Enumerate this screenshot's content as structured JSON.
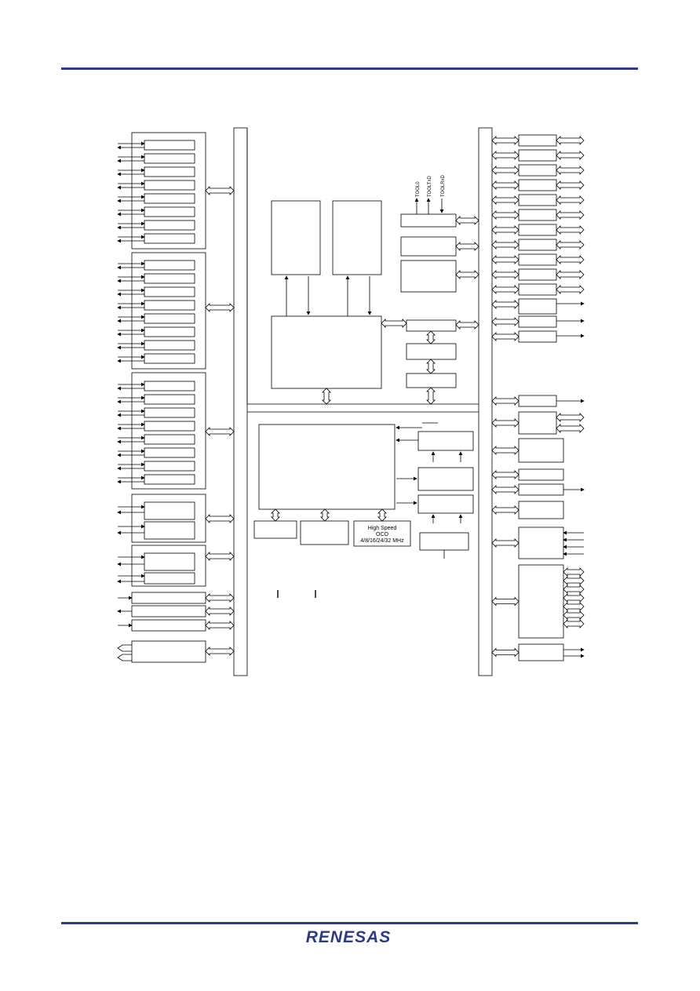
{
  "header": {
    "rule_color": "#2d3a8c"
  },
  "footer": {
    "logo_text": "RENESAS",
    "logo_color": "#2d3a8c"
  },
  "diagram": {
    "oco_label_lines": [
      "High Speed",
      "OCO",
      "4/8/16/24/32 MHz"
    ],
    "pin_labels": [
      "TOOL0",
      "TOOLTxD",
      "TOOLRxD"
    ]
  }
}
